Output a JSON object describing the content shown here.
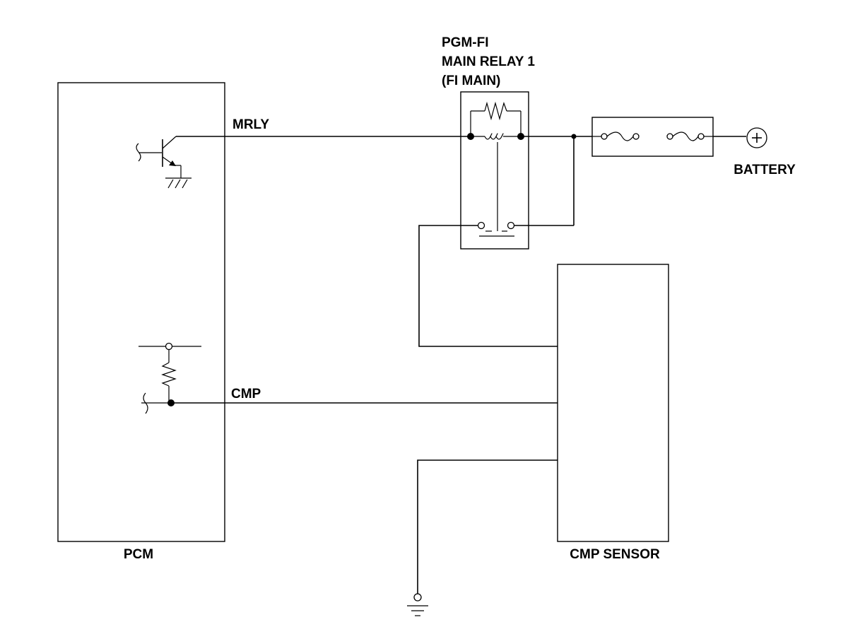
{
  "labels": {
    "relay_line1": "PGM-FI",
    "relay_line2": "MAIN RELAY 1",
    "relay_line3": "(FI MAIN)",
    "mrly": "MRLY",
    "battery": "BATTERY",
    "cmp": "CMP",
    "pcm": "PCM",
    "cmp_sensor": "CMP SENSOR"
  }
}
